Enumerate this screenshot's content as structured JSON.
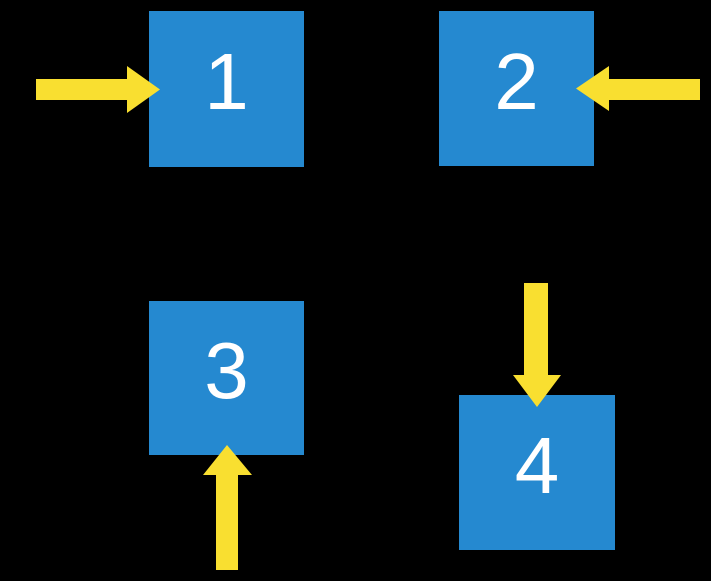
{
  "diagram": {
    "description": "Four numbered squares each pointed at by an arrow from a different side",
    "squares": [
      {
        "label": "1",
        "arrow_direction": "pointing-right-into-left-side"
      },
      {
        "label": "2",
        "arrow_direction": "pointing-left-into-right-side"
      },
      {
        "label": "3",
        "arrow_direction": "pointing-up-into-bottom-side"
      },
      {
        "label": "4",
        "arrow_direction": "pointing-down-into-top-side"
      }
    ]
  },
  "colors": {
    "background": "#000000",
    "square_fill": "#2589d0",
    "arrow_fill": "#f9df30",
    "label_text": "#ffffff"
  }
}
